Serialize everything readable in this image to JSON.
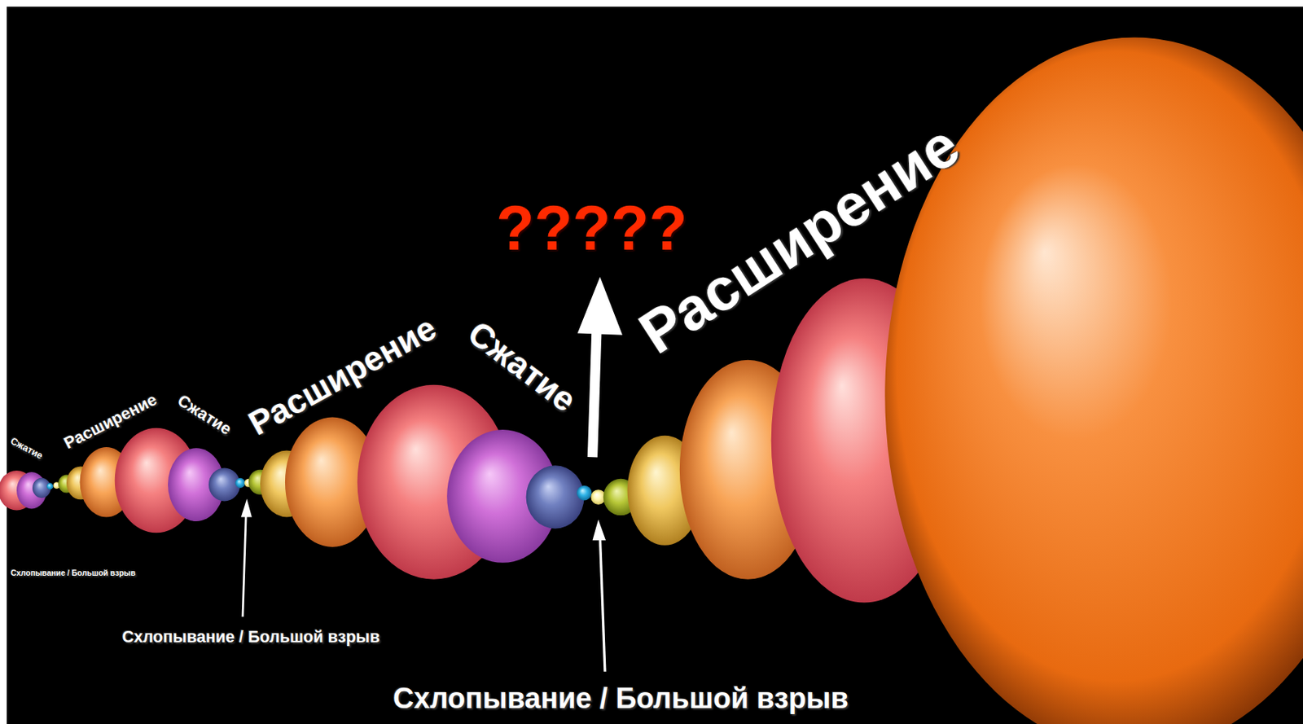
{
  "diagram": {
    "labels": [
      "Сжатие",
      "Расширение",
      "Сжатие",
      "Расширение",
      "Сжатие",
      "?????",
      "Расширение",
      "Схлопывание / Большой взрыв",
      "Схлопывание / Большой взрыв",
      "Схлопывание / Большой взрыв"
    ]
  }
}
